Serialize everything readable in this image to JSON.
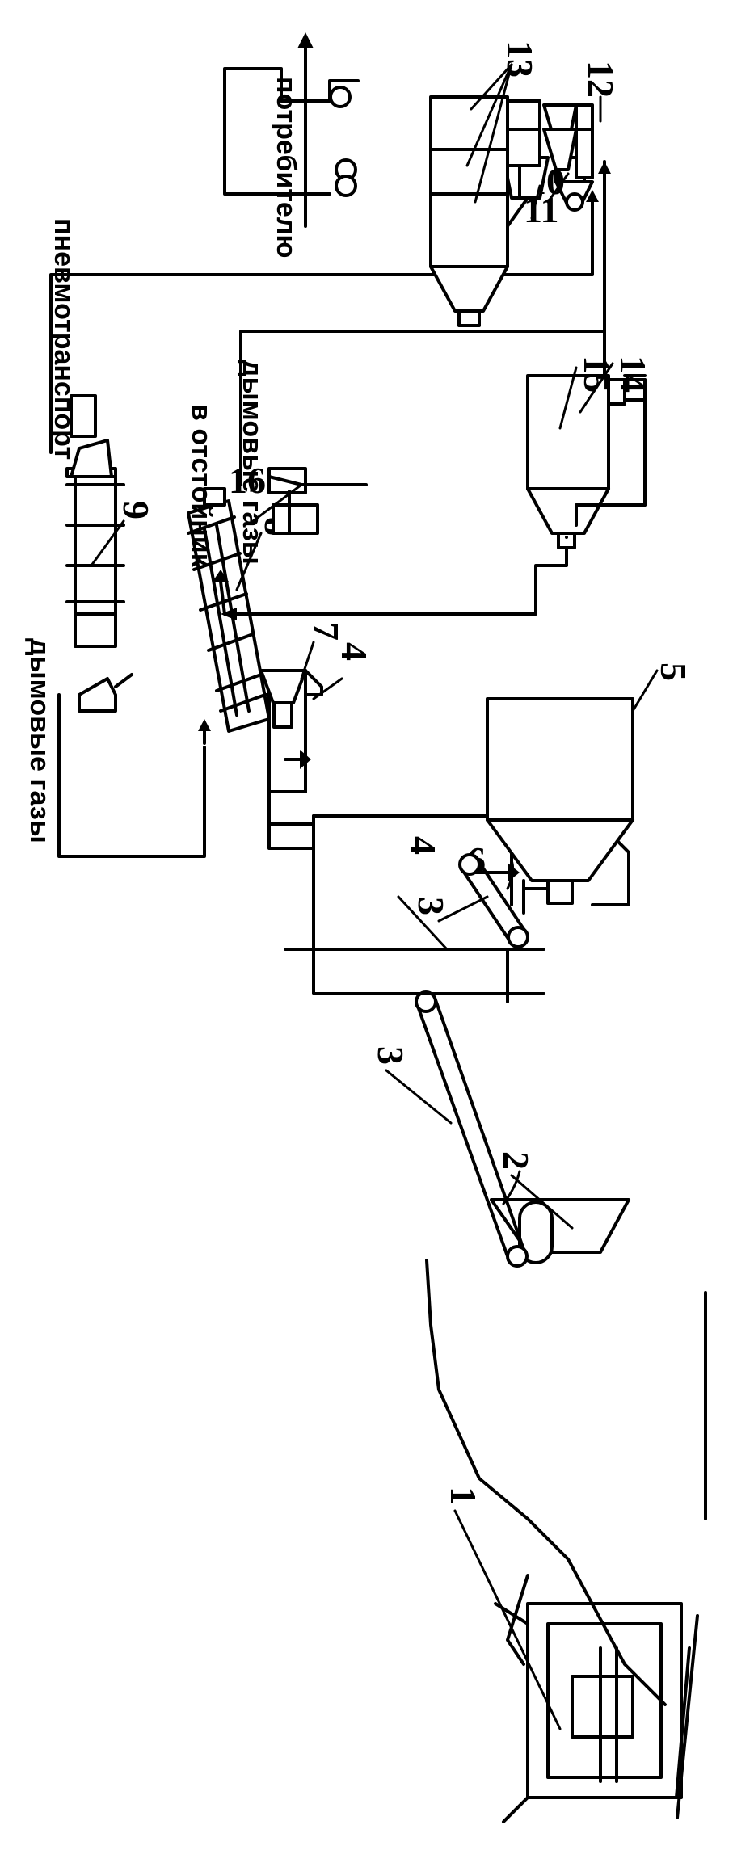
{
  "diagram": {
    "numbers": {
      "n1": "1",
      "n2": "2",
      "n3a": "3",
      "n3b": "3",
      "n4a": "4",
      "n4b": "4",
      "n5": "5",
      "n6a": "6",
      "n6b": "6",
      "n7": "7",
      "n8": "8",
      "n9": "9",
      "n10": "10",
      "n11": "11",
      "n12": "12",
      "n13": "13",
      "n14": "14",
      "n15": "15",
      "n16": "16"
    },
    "labels": {
      "flue_gases_top": "дымовые газы",
      "flue_gases_bottom": "дымовые газы",
      "pneumatic_transport": "пневмотранспорт",
      "to_settler": "в отстойник",
      "to_consumer": "потребителю"
    }
  }
}
